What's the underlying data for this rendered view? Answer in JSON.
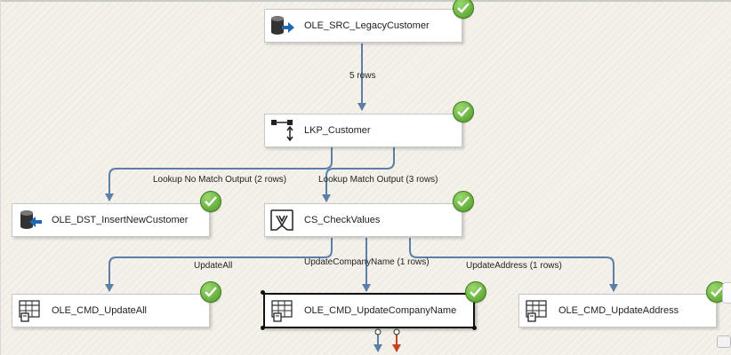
{
  "components": [
    {
      "id": "ole-src-legacy-customer",
      "label": "OLE_SRC_LegacyCustomer",
      "icon": "ole-db-source-icon",
      "status": "success-check-icon"
    },
    {
      "id": "lkp-customer",
      "label": "LKP_Customer",
      "icon": "lookup-icon",
      "status": "success-check-icon"
    },
    {
      "id": "ole-dst-insert-new-customer",
      "label": "OLE_DST_InsertNewCustomer",
      "icon": "ole-db-destination-icon",
      "status": "success-check-icon"
    },
    {
      "id": "cs-check-values",
      "label": "CS_CheckValues",
      "icon": "conditional-split-icon",
      "status": "success-check-icon"
    },
    {
      "id": "ole-cmd-update-all",
      "label": "OLE_CMD_UpdateAll",
      "icon": "ole-db-command-icon",
      "status": "success-check-icon"
    },
    {
      "id": "ole-cmd-update-company-name",
      "label": "OLE_CMD_UpdateCompanyName",
      "icon": "ole-db-command-icon",
      "status": "success-check-icon",
      "selected": true
    },
    {
      "id": "ole-cmd-update-address",
      "label": "OLE_CMD_UpdateAddress",
      "icon": "ole-db-command-icon",
      "status": "success-check-icon"
    }
  ],
  "paths": [
    {
      "id": "path-src-to-lookup",
      "label": "5 rows"
    },
    {
      "id": "path-lookup-no-match",
      "label": "Lookup No Match Output (2 rows)"
    },
    {
      "id": "path-lookup-match",
      "label": "Lookup Match Output (3 rows)"
    },
    {
      "id": "path-update-all",
      "label": "UpdateAll"
    },
    {
      "id": "path-update-company-name",
      "label": "UpdateCompanyName (1 rows)"
    },
    {
      "id": "path-update-address",
      "label": "UpdateAddress (1 rows)"
    }
  ],
  "colors": {
    "path_line": "#5b7fa8",
    "error_path": "#c8431f",
    "success_green": "#4f9a25"
  }
}
